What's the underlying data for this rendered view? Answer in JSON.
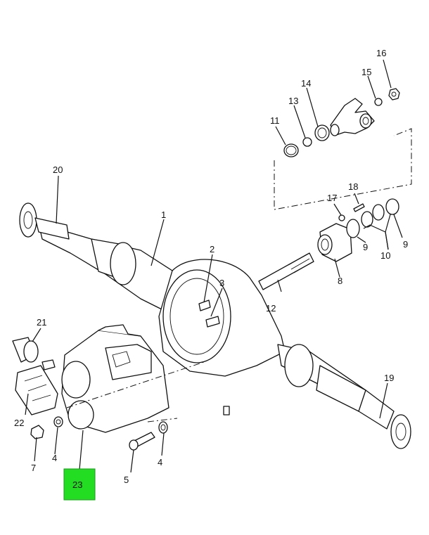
{
  "diagram": {
    "highlight_color": "#22dd22",
    "callouts": {
      "c1": "1",
      "c2": "2",
      "c3": "3",
      "c4a": "4",
      "c4b": "4",
      "c5": "5",
      "c7": "7",
      "c8": "8",
      "c9a": "9",
      "c9b": "9",
      "c10": "10",
      "c11": "11",
      "c12": "12",
      "c13": "13",
      "c14": "14",
      "c15": "15",
      "c16": "16",
      "c17": "17",
      "c18": "18",
      "c19": "19",
      "c20": "20",
      "c21": "21",
      "c22": "22",
      "c23": "23"
    }
  }
}
